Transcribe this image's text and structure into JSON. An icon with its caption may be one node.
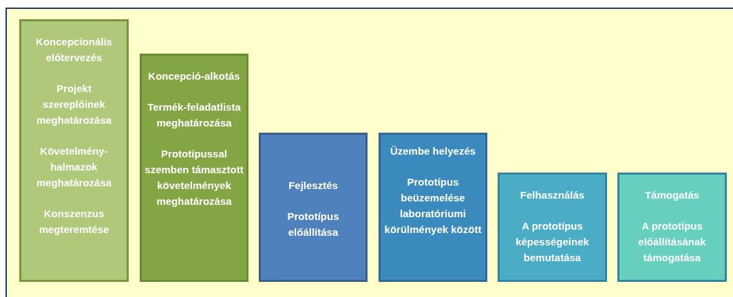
{
  "diagram": {
    "nodes": [
      {
        "text": [
          "Koncepcionális előtervezés",
          "Projekt szereplőinek meghatározása",
          "Követelmény-halmazok meghatározása",
          "Konszenzus megteremtése"
        ]
      },
      {
        "text": [
          "Koncepció-alkotás",
          "Termék-feladatlista meghatározása",
          "Prototípussal szemben támasztott követelmények meghatározása"
        ]
      },
      {
        "text": [
          "Fejlesztés",
          "Prototípus előállítása"
        ]
      },
      {
        "text": [
          "Üzembe helyezés",
          "Prototípus beüzemelése laboratóriumi körülmények között"
        ]
      },
      {
        "text": [
          "Felhasználás",
          "A prototípus képességeinek bemutatása"
        ]
      },
      {
        "text": [
          "Támogatás",
          "A prototípus előállításának támogatása"
        ]
      }
    ]
  }
}
